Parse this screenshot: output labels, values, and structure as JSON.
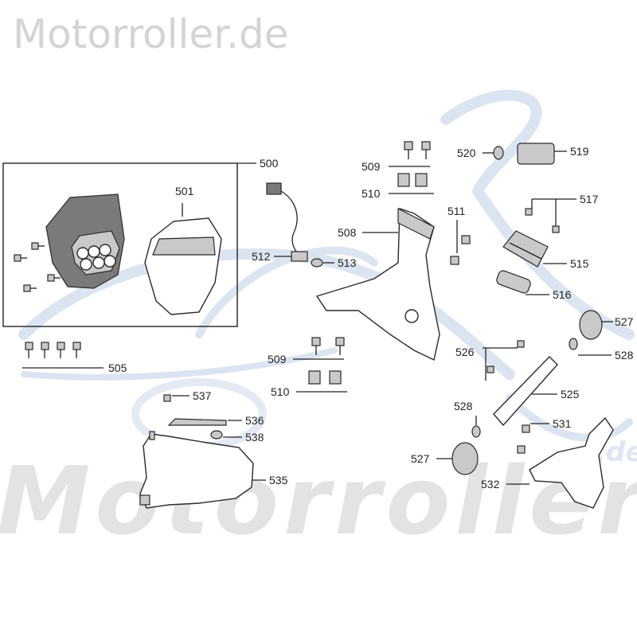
{
  "brand": {
    "site_name": "Motorroller.de",
    "watermark": "Motorroller",
    "watermark_suffix": ".de"
  },
  "callouts": {
    "p500": "500",
    "p501": "501",
    "p505": "505",
    "p508": "508",
    "p509a": "509",
    "p509b": "509",
    "p510a": "510",
    "p510b": "510",
    "p511": "511",
    "p512": "512",
    "p513": "513",
    "p515": "515",
    "p516": "516",
    "p517": "517",
    "p519": "519",
    "p520": "520",
    "p525": "525",
    "p526": "526",
    "p527a": "527",
    "p527b": "527",
    "p528a": "528",
    "p528b": "528",
    "p531": "531",
    "p532": "532",
    "p535": "535",
    "p536": "536",
    "p537": "537",
    "p538": "538"
  },
  "colors": {
    "watermark_blue": "#dbe5f1",
    "watermark_grey": "#e3e3e3",
    "line": "#222222"
  }
}
